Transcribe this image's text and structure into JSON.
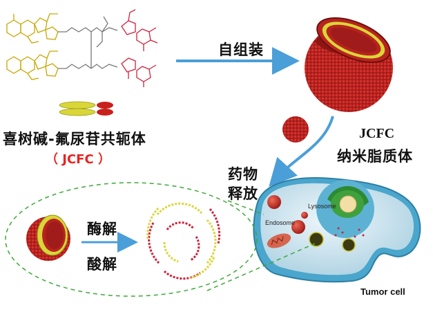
{
  "labels": {
    "self_assembly": "自组装",
    "conjugate_name": "喜树碱-氟尿苷共轭体",
    "conjugate_abbr": "（ JCFC ）",
    "liposome_abbr": "JCFC",
    "liposome_name": "纳米脂质体",
    "drug_release_1": "药物",
    "drug_release_2": "释放",
    "enzymolysis": "酶解",
    "acidolysis": "酸解",
    "lysosome": "Lysosome",
    "endosome": "Endosome",
    "tumor_cell": "Tumor cell"
  },
  "colors": {
    "arrow": "#4a9fd8",
    "liposome_red": "#b8231f",
    "lipid_yellow": "#d9d637",
    "structure_yellow": "#c8a600",
    "structure_red": "#d0203a",
    "dash_green": "#3aa935",
    "text_red": "#e8231f"
  }
}
